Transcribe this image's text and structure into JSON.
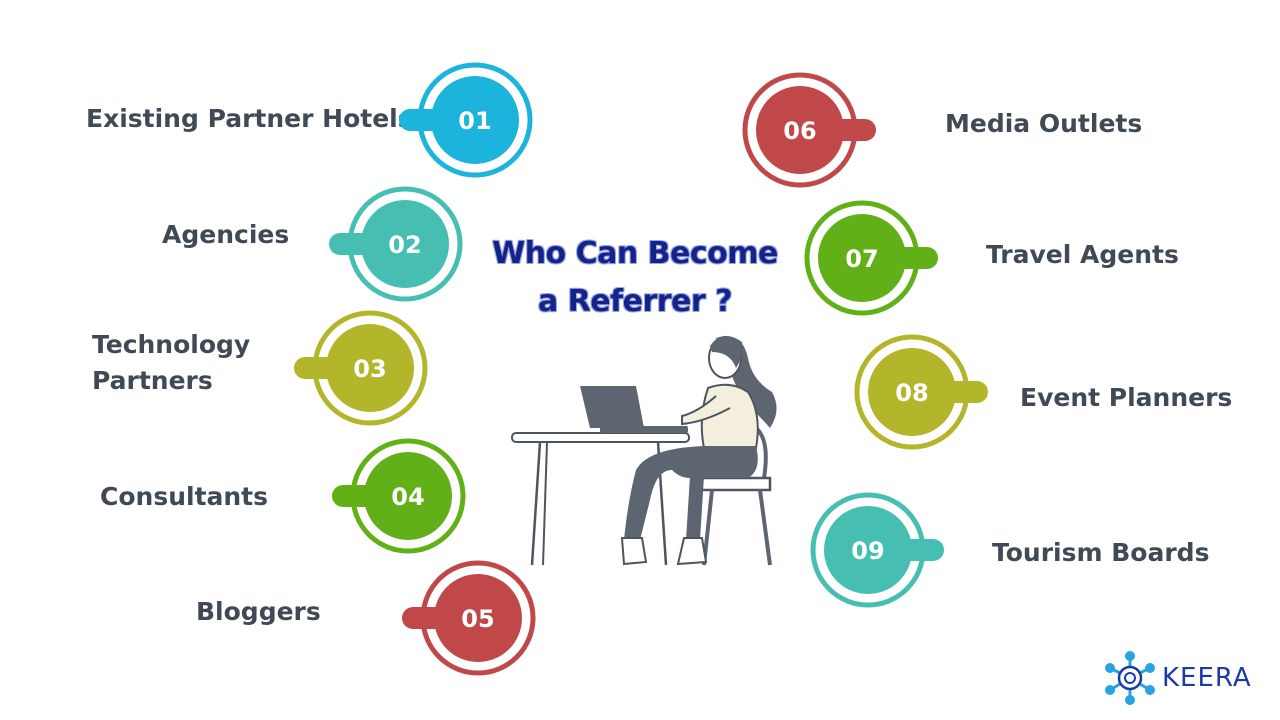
{
  "title": {
    "line1": "Who Can Become",
    "line2": "a Referrer ?",
    "color": "#14238a"
  },
  "items": [
    {
      "number": "01",
      "label": "Existing Partner Hotels",
      "color": "#1cb3dc"
    },
    {
      "number": "02",
      "label": "Agencies",
      "color": "#46bfb2"
    },
    {
      "number": "03",
      "label": "Technology Partners",
      "label_line1": "Technology",
      "label_line2": "Partners",
      "color": "#b3b52a"
    },
    {
      "number": "04",
      "label": "Consultants",
      "color": "#62b018"
    },
    {
      "number": "05",
      "label": "Bloggers",
      "color": "#c04848"
    },
    {
      "number": "06",
      "label": "Media Outlets",
      "color": "#c04848"
    },
    {
      "number": "07",
      "label": "Travel Agents",
      "color": "#62b018"
    },
    {
      "number": "08",
      "label": "Event Planners",
      "color": "#b3b52a"
    },
    {
      "number": "09",
      "label": "Tourism Boards",
      "color": "#46bfb2"
    }
  ],
  "brand": {
    "name": "KEERA",
    "color": "#1a3aa8",
    "node_color": "#27a3e3"
  },
  "illustration": {
    "icon": "woman-at-laptop-icon"
  }
}
